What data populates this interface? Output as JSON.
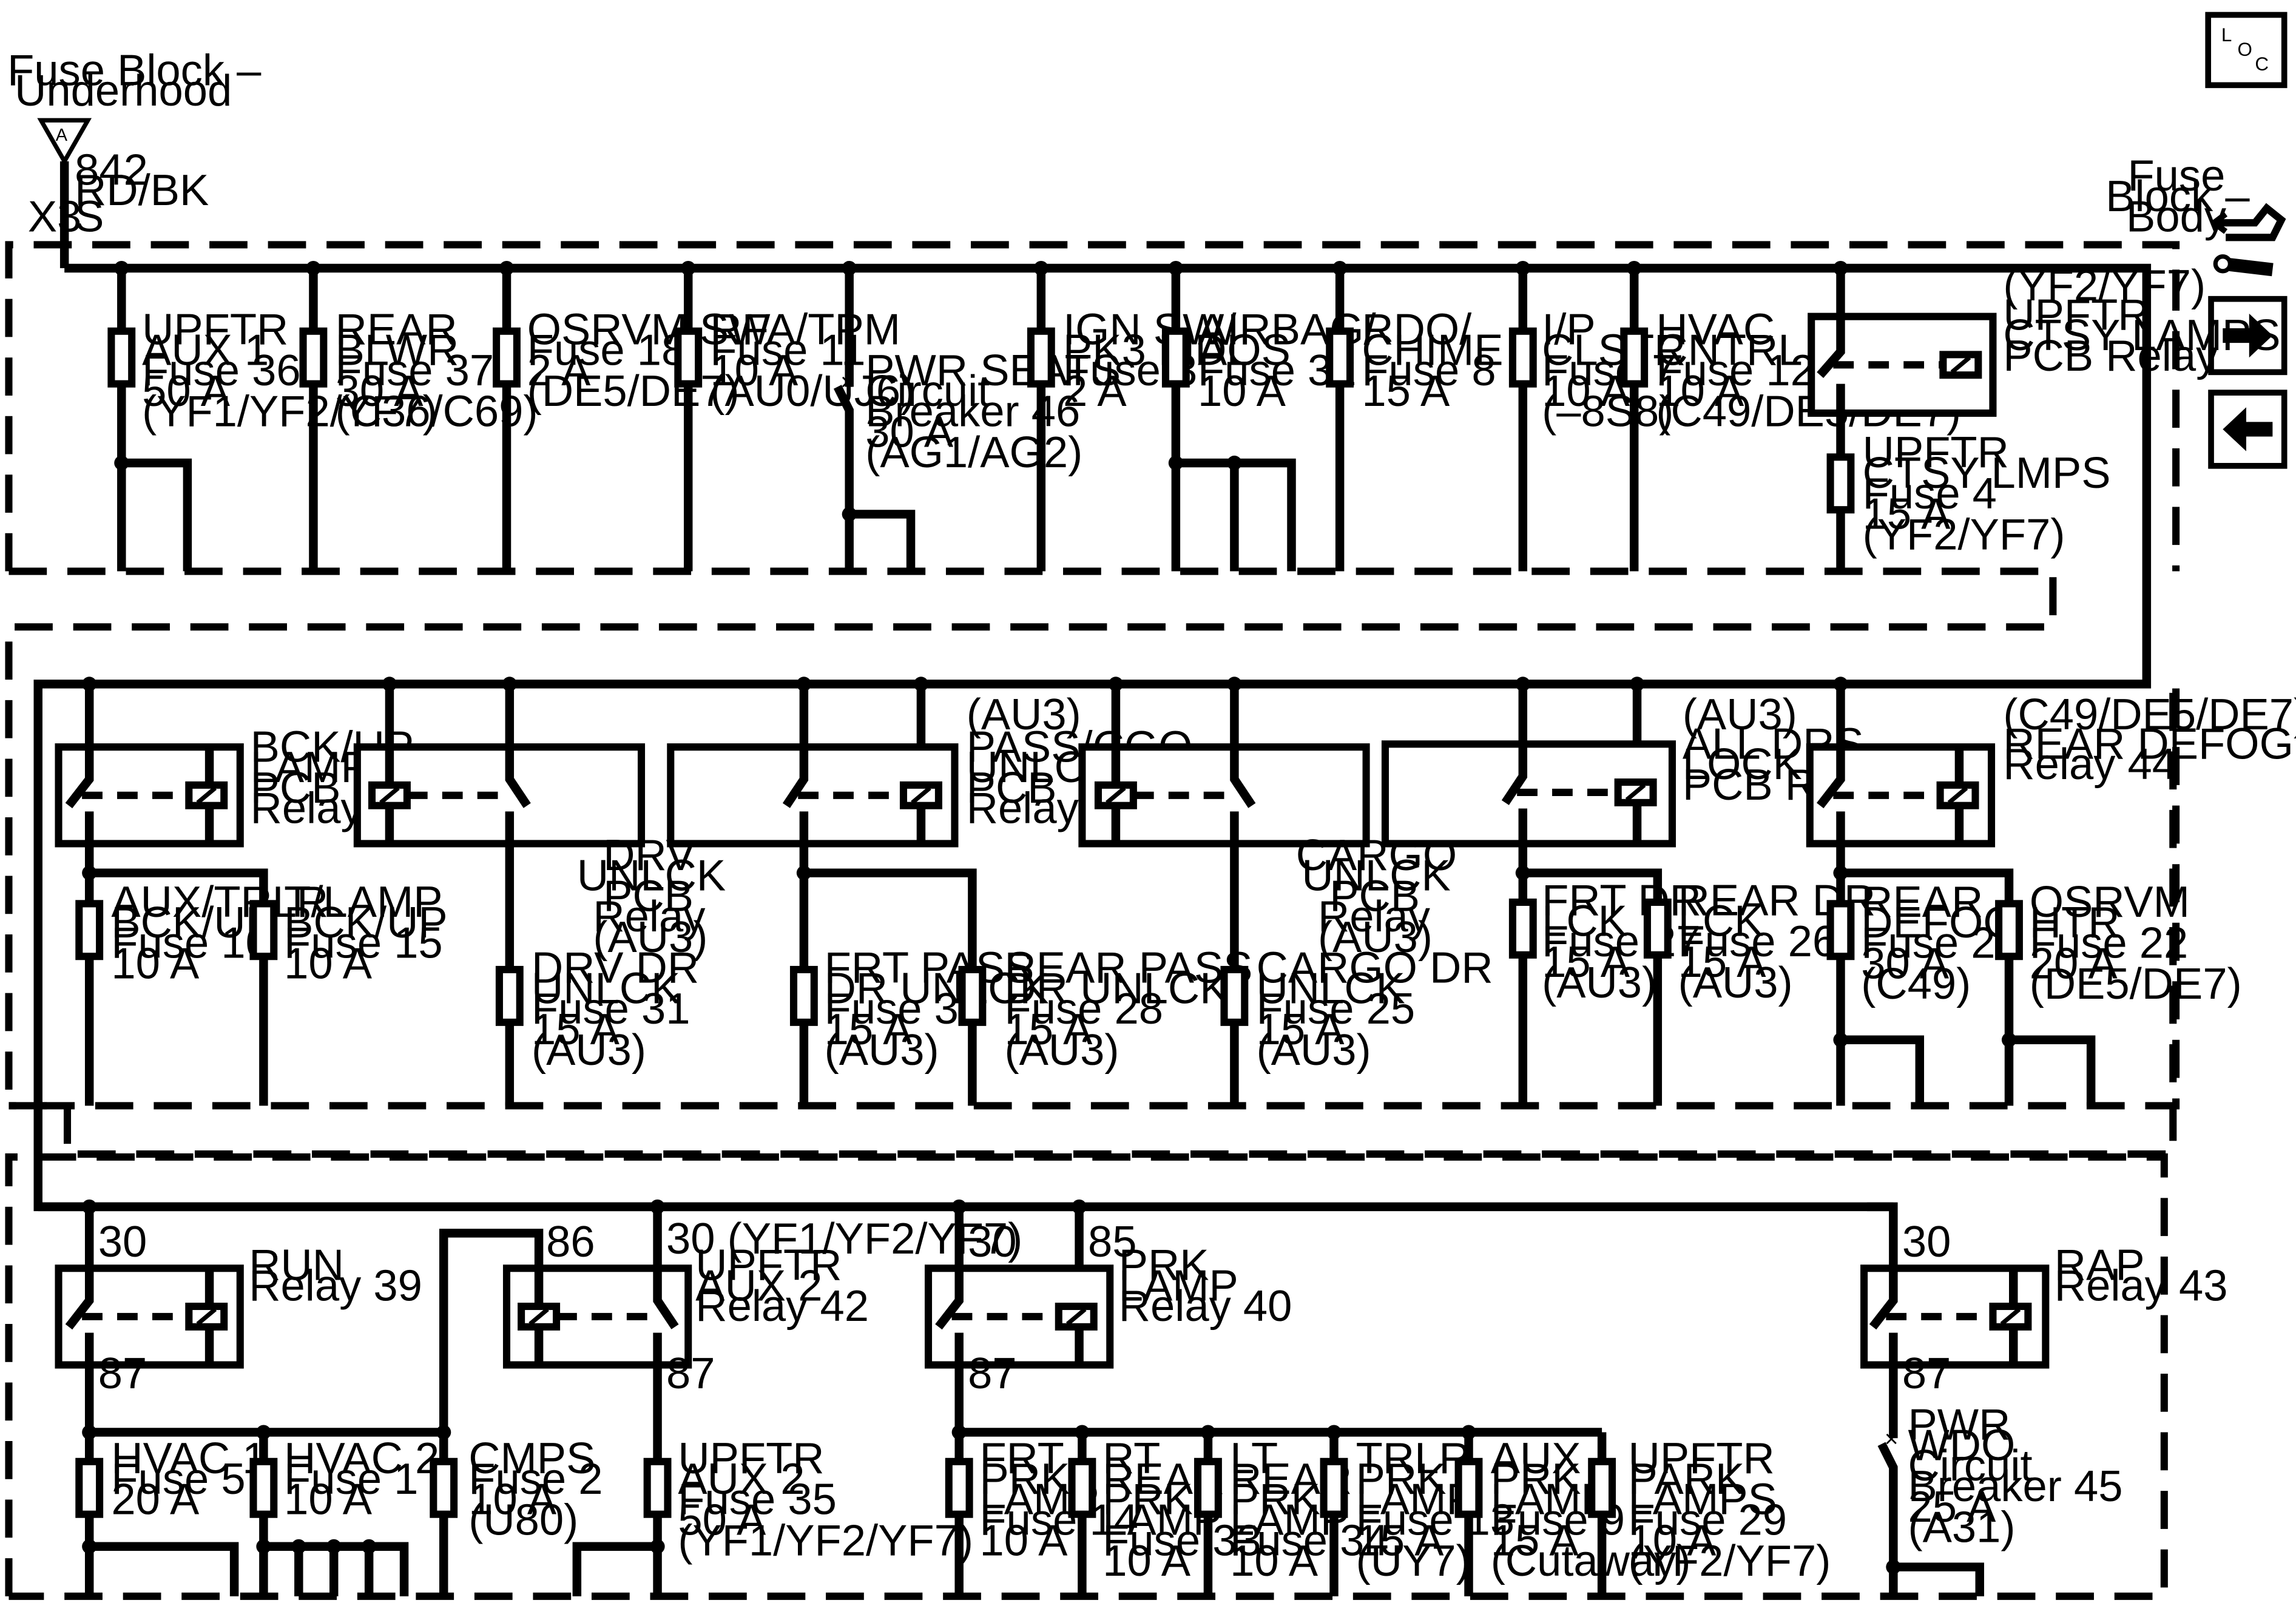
{
  "source": {
    "title_lines": [
      "Fuse Block –",
      "Underhood"
    ],
    "letter": "A",
    "wire_lines": [
      "842",
      "RD/BK"
    ],
    "connector": "X3",
    "pin": "S"
  },
  "body_block": {
    "lines": [
      "Fuse",
      "Block –",
      "Body"
    ]
  },
  "nav": {
    "loc": [
      "L",
      "O",
      "C"
    ]
  },
  "row1": [
    {
      "lines": [
        "UPFTR",
        "AUX 1",
        "Fuse 36",
        "50 A",
        "(YF1/YF2/YF7)"
      ]
    },
    {
      "lines": [
        "REAR",
        "BLWR",
        "Fuse 37",
        "30 A",
        "(C36/C69)"
      ]
    },
    {
      "lines": [
        "OSRVM SW",
        "Fuse 18",
        "2 A",
        "(DE5/DE7)"
      ]
    },
    {
      "lines": [
        "RFA/TPM",
        "Fuse 11",
        "10 A",
        "(AU0/UJ6)"
      ]
    },
    {
      "lines": [
        "PWR SEATS",
        "Circuit",
        "Breaker 46",
        "30 A",
        "(AG1/AG2)"
      ]
    },
    {
      "lines": [
        "IGN SW/",
        "PK3 MDL",
        "Fuse 3",
        "2 A"
      ]
    },
    {
      "lines": [
        "AIRBAG/",
        "AOS",
        "Fuse 32",
        "10 A"
      ]
    },
    {
      "lines": [
        "RDO/",
        "CHIME",
        "Fuse 8",
        "15 A"
      ]
    },
    {
      "lines": [
        "I/P",
        "CLSTR",
        "Fuse 7",
        "10 A",
        "(–8S8)"
      ]
    },
    {
      "lines": [
        "HVAC",
        "CNTRL",
        "Fuse 12",
        "10 A",
        "(C49/DE5/DE7)"
      ]
    },
    {
      "lines": [
        "UPFTR",
        "CTSY LMPS",
        "Fuse 4",
        "15 A",
        "(YF2/YF7)"
      ]
    }
  ],
  "row1_relay": {
    "lines": [
      "(YF2/YF7)",
      "UPFTR",
      "CTSY LAMPS",
      "PCB Relay"
    ]
  },
  "row2_relays": [
    {
      "lines": [
        "BCK/UP",
        "LAMP",
        "PCB",
        "Relay"
      ]
    },
    {
      "lines": [
        "DRV",
        "UNLCK",
        "PCB",
        "Relay",
        "(AU3)"
      ]
    },
    {
      "lines": [
        "(AU3)",
        "PASS/CGO",
        "UNLCK",
        "PCB",
        "Relay"
      ]
    },
    {
      "lines": [
        "CARGO",
        "UNLCK",
        "PCB",
        "Relay",
        "(AU3)"
      ]
    },
    {
      "lines": [
        "(AU3)",
        "ALL DRS",
        "LOCK",
        "PCB Relay"
      ]
    },
    {
      "lines": [
        "(C49/DE5/DE7)",
        "REAR DEFOG",
        "Relay 44"
      ]
    }
  ],
  "row2_fuses": [
    {
      "lines": [
        "AUX/TRLR",
        "BCK/UP",
        "Fuse 10",
        "10 A"
      ]
    },
    {
      "lines": [
        "T/LAMP",
        "BCK/UP",
        "Fuse 15",
        "10 A"
      ]
    },
    {
      "lines": [
        "DRV DR",
        "UNLCK",
        "Fuse 31",
        "15 A",
        "(AU3)"
      ]
    },
    {
      "lines": [
        "FRT PASS",
        "DR UNLCK",
        "Fuse 30",
        "15 A",
        "(AU3)"
      ]
    },
    {
      "lines": [
        "REAR PASS",
        "DR UNLCK",
        "Fuse 28",
        "15 A",
        "(AU3)"
      ]
    },
    {
      "lines": [
        "CARGO DR",
        "UNLCK",
        "Fuse 25",
        "15 A",
        "(AU3)"
      ]
    },
    {
      "lines": [
        "FRT DR",
        "LCK",
        "Fuse 27",
        "15 A",
        "(AU3)"
      ]
    },
    {
      "lines": [
        "REAR DR",
        "LCK",
        "Fuse 26",
        "15 A",
        "(AU3)"
      ]
    },
    {
      "lines": [
        "REAR",
        "DEFOG",
        "Fuse 21",
        "30 A",
        "(C49)"
      ]
    },
    {
      "lines": [
        "OSRVM",
        "HTR",
        "Fuse 22",
        "20 A",
        "(DE5/DE7)"
      ]
    }
  ],
  "row3_relays": [
    {
      "lines": [
        "RUN",
        "Relay 39"
      ],
      "pin_top": "30",
      "pin_bottom": "87"
    },
    {
      "lines": [
        "UPFTR",
        "AUX 2",
        "Relay 42"
      ],
      "pin_top_l": "86",
      "pin_top": "30 (YF1/YF2/YF7)",
      "pin_bottom": "87"
    },
    {
      "lines": [
        "PRK",
        "LAMP",
        "Relay 40"
      ],
      "pin_top": "30",
      "pin_top_r": "85",
      "pin_bottom": "87"
    },
    {
      "lines": [
        "RAP",
        "Relay 43"
      ],
      "pin_top": "30",
      "pin_bottom": "87"
    }
  ],
  "row3_fuses": [
    {
      "lines": [
        "HVAC 1",
        "Fuse 5",
        "20 A"
      ]
    },
    {
      "lines": [
        "HVAC 2",
        "Fuse 1",
        "10 A"
      ]
    },
    {
      "lines": [
        "CMPS",
        "Fuse 2",
        "10 A",
        "(U80)"
      ]
    },
    {
      "lines": [
        "UPFTR",
        "AUX 2",
        "Fuse 35",
        "50 A",
        "(YF1/YF2/YF7)"
      ]
    },
    {
      "lines": [
        "FRT",
        "PRK",
        "LAMP",
        "Fuse 14",
        "10 A"
      ]
    },
    {
      "lines": [
        "RT",
        "REAR",
        "PRK",
        "LAMP",
        "Fuse 33",
        "10 A"
      ]
    },
    {
      "lines": [
        "LT",
        "REAR",
        "PRK",
        "LAMP",
        "Fuse 34",
        "10 A"
      ]
    },
    {
      "lines": [
        "TRLR",
        "PRK",
        "LAMP",
        "Fuse 13",
        "15 A",
        "(UY7)"
      ]
    },
    {
      "lines": [
        "AUX",
        "PRK",
        "LAMP",
        "Fuse 9",
        "15 A",
        "(Cutaway)"
      ]
    },
    {
      "lines": [
        "UPFTR",
        "PARK",
        "LAMPS",
        "Fuse 29",
        "10 A",
        "(YF2/YF7)"
      ]
    },
    {
      "lines": [
        "PWR",
        "WDO",
        "Circuit",
        "Breaker 45",
        "25 A",
        "(A31)"
      ]
    }
  ]
}
